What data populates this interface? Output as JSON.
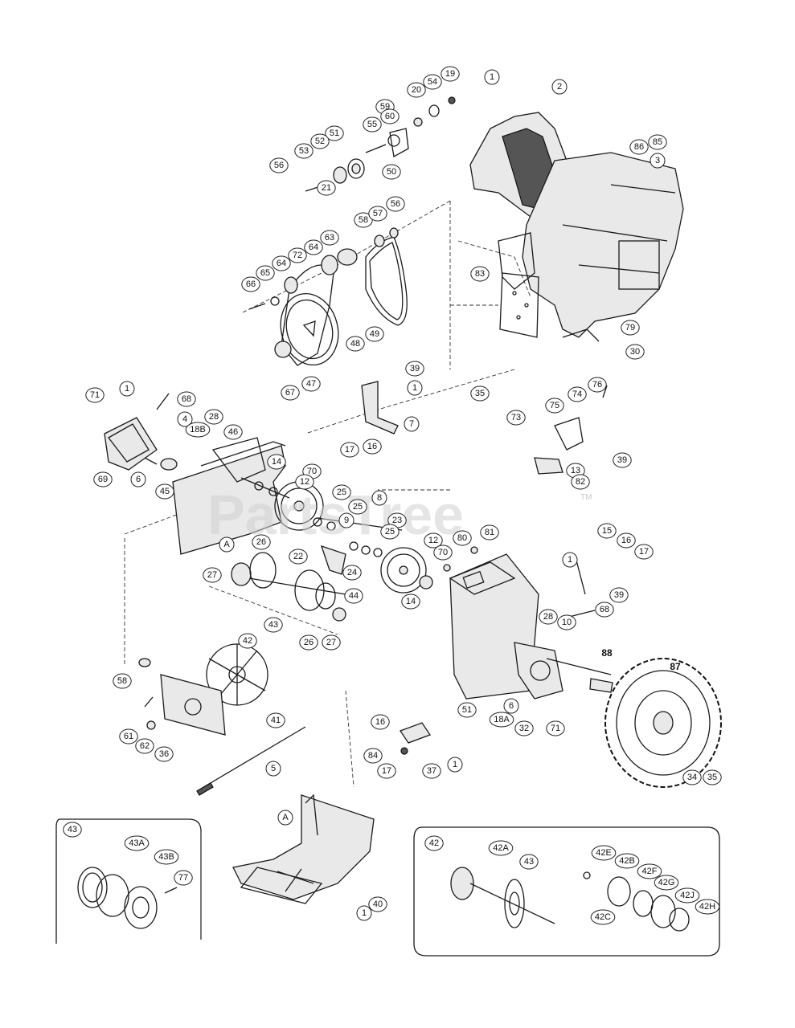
{
  "watermark": {
    "text": "PartsTree",
    "tm": "TM"
  },
  "callouts_main": [
    "1",
    "2",
    "19",
    "54",
    "20",
    "59",
    "60",
    "55",
    "51",
    "52",
    "53",
    "56",
    "21",
    "50",
    "86",
    "85",
    "3",
    "58",
    "57",
    "56",
    "63",
    "64",
    "72",
    "65",
    "64",
    "66",
    "48",
    "49",
    "83",
    "47",
    "67",
    "79",
    "30",
    "39",
    "1",
    "71",
    "1",
    "68",
    "4",
    "18B",
    "28",
    "46",
    "69",
    "6",
    "45",
    "17",
    "16",
    "7",
    "35",
    "76",
    "74",
    "75",
    "73",
    "39",
    "13",
    "82",
    "14",
    "70",
    "12",
    "25",
    "25",
    "8",
    "23",
    "25",
    "9",
    "22",
    "24",
    "A",
    "26",
    "27",
    "12",
    "81",
    "80",
    "70",
    "14",
    "15",
    "16",
    "17",
    "1",
    "39",
    "43",
    "44",
    "42",
    "26",
    "27",
    "28",
    "10",
    "68",
    "88",
    "87",
    "58",
    "41",
    "61",
    "62",
    "36",
    "5",
    "51",
    "6",
    "18A",
    "32",
    "71",
    "34",
    "35",
    "16",
    "84",
    "17",
    "37",
    "1"
  ],
  "inset_left": {
    "callouts": [
      "43",
      "43A",
      "43B",
      "77"
    ]
  },
  "inset_center": {
    "callouts": [
      "A",
      "1",
      "40"
    ]
  },
  "inset_right": {
    "callouts": [
      "42",
      "42A",
      "43",
      "42E",
      "42B",
      "42F",
      "42G",
      "42J",
      "42H",
      "42C"
    ]
  }
}
